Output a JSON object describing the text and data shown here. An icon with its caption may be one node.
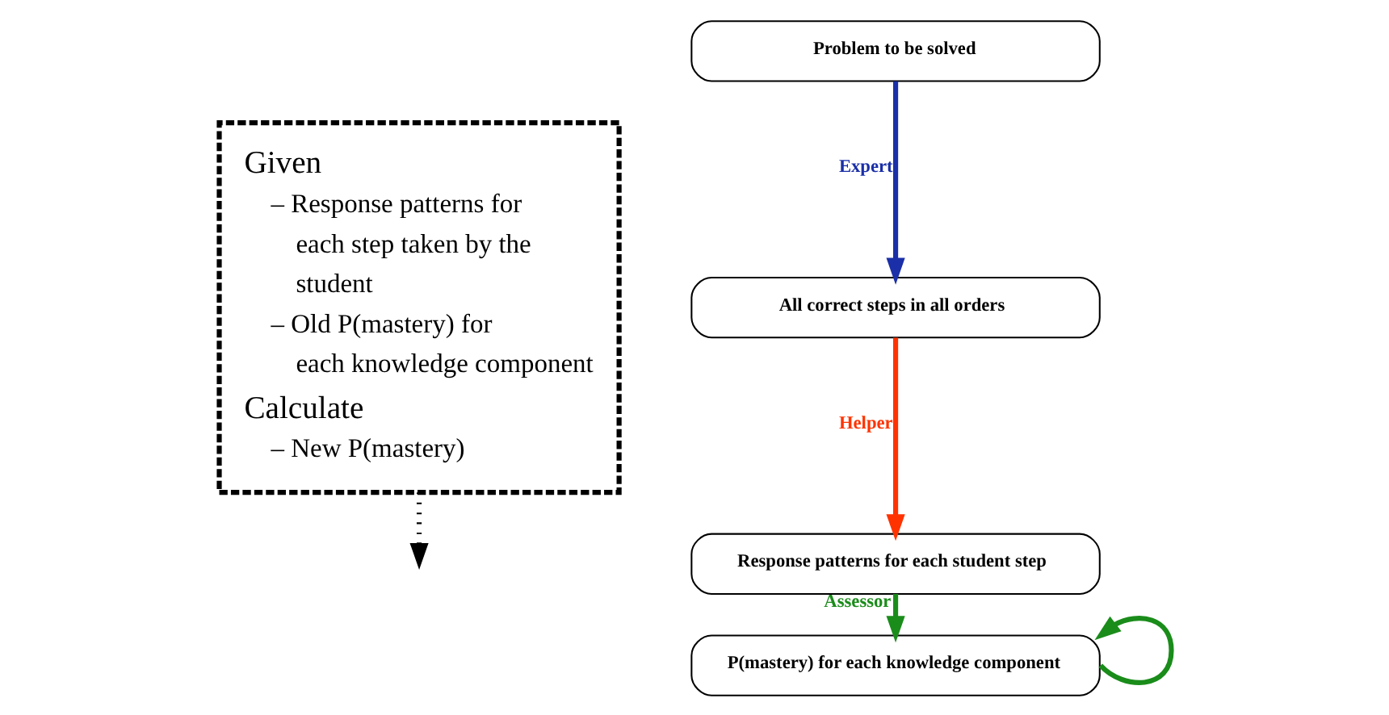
{
  "diagram": {
    "nodes": [
      {
        "text": [
          "Given",
          "– Response patterns for each step taken by the student",
          "– Old P(mastery) for each knowledge component",
          "Calculate",
          "– New P(mastery)"
        ]
      },
      {
        "text": [
          "Problem to be solved"
        ]
      },
      {
        "text": [
          "All correct steps in all orders"
        ]
      },
      {
        "text": [
          "Response patterns for each student step"
        ]
      },
      {
        "text": [
          "P(mastery) for each knowledge component"
        ]
      }
    ],
    "edges": [
      {
        "from": 1,
        "to": 2,
        "arrow": "to",
        "label": "Expert",
        "color": "#1a2fa8"
      },
      {
        "from": 2,
        "to": 3,
        "arrow": "to",
        "label": "Helper",
        "color": "#ff3300"
      },
      {
        "from": 3,
        "to": 4,
        "arrow": "to",
        "label": "Assessor",
        "color": "#1a8c1a"
      },
      {
        "from": 4,
        "to": 4,
        "arrow": "to",
        "color": "#1a8c1a"
      },
      {
        "from": 0,
        "to": null,
        "arrow": "to",
        "style": "dashed",
        "color": "#000000"
      }
    ]
  }
}
